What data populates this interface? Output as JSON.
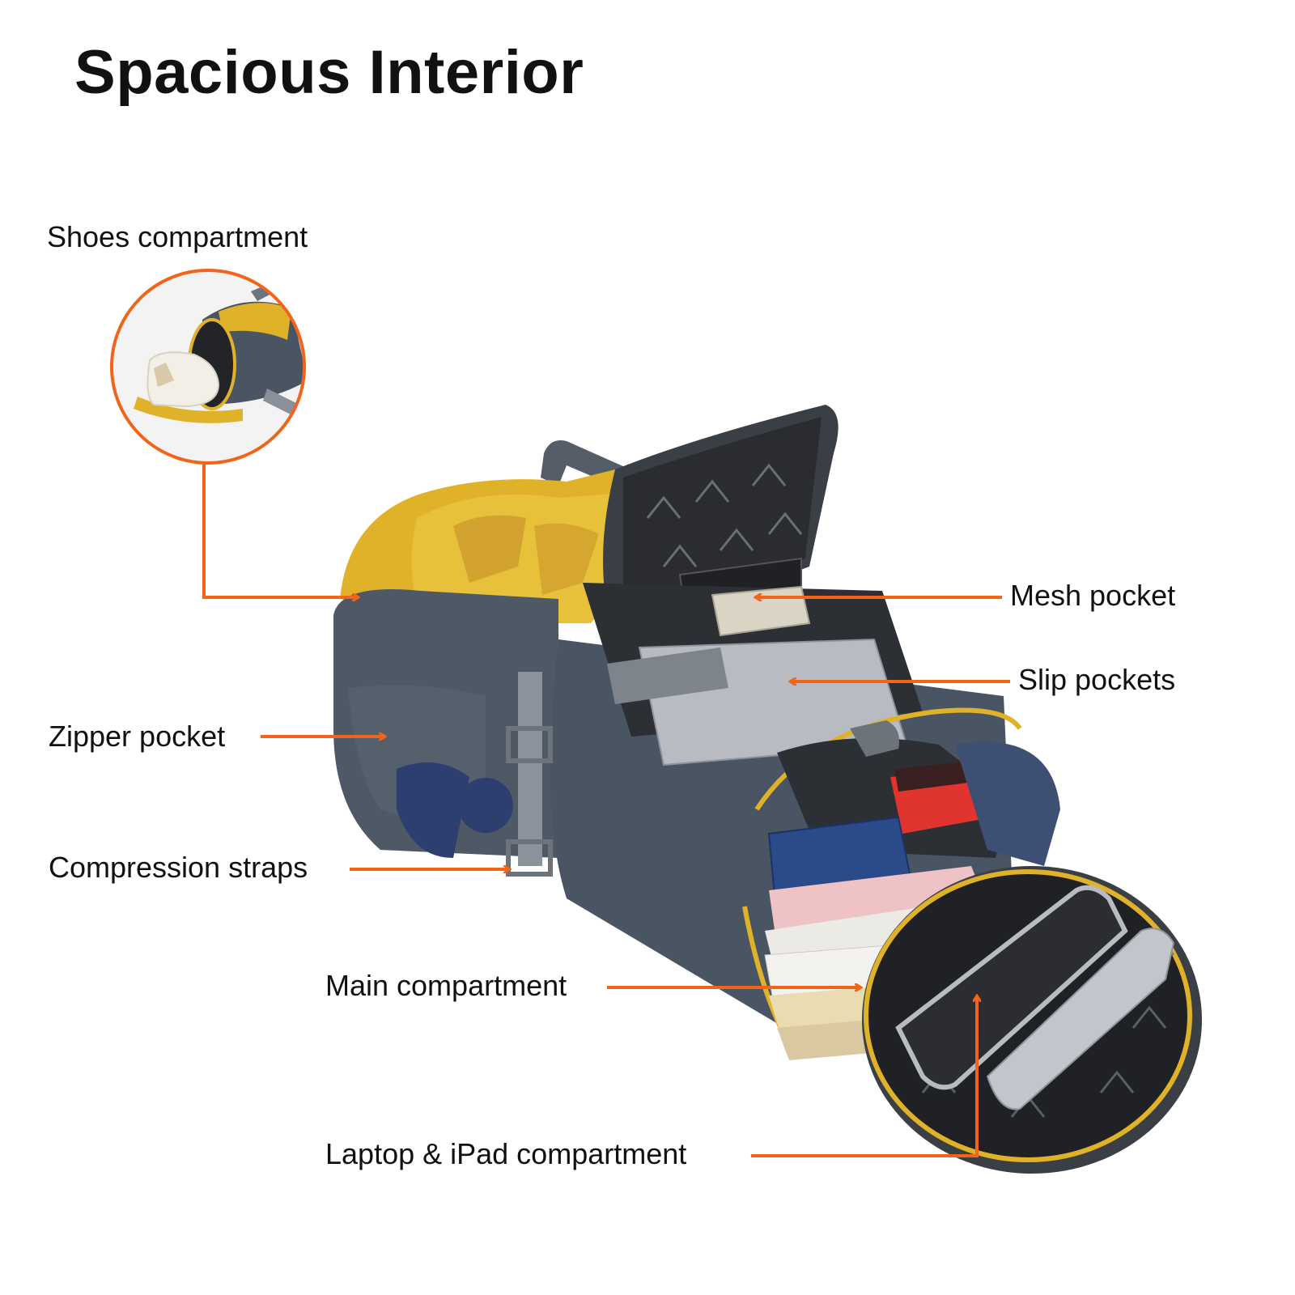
{
  "title": "Spacious Interior",
  "labels": {
    "shoes": "Shoes compartment",
    "mesh": "Mesh pocket",
    "slip": "Slip pockets",
    "zipper": "Zipper pocket",
    "compression": "Compression straps",
    "main": "Main compartment",
    "laptop": "Laptop & iPad compartment"
  },
  "colors": {
    "accent": "#f26419",
    "bag_grey": "#4a5563",
    "bag_yellow": "#e0b22a",
    "lining": "#2a2c30",
    "text": "#111111"
  }
}
